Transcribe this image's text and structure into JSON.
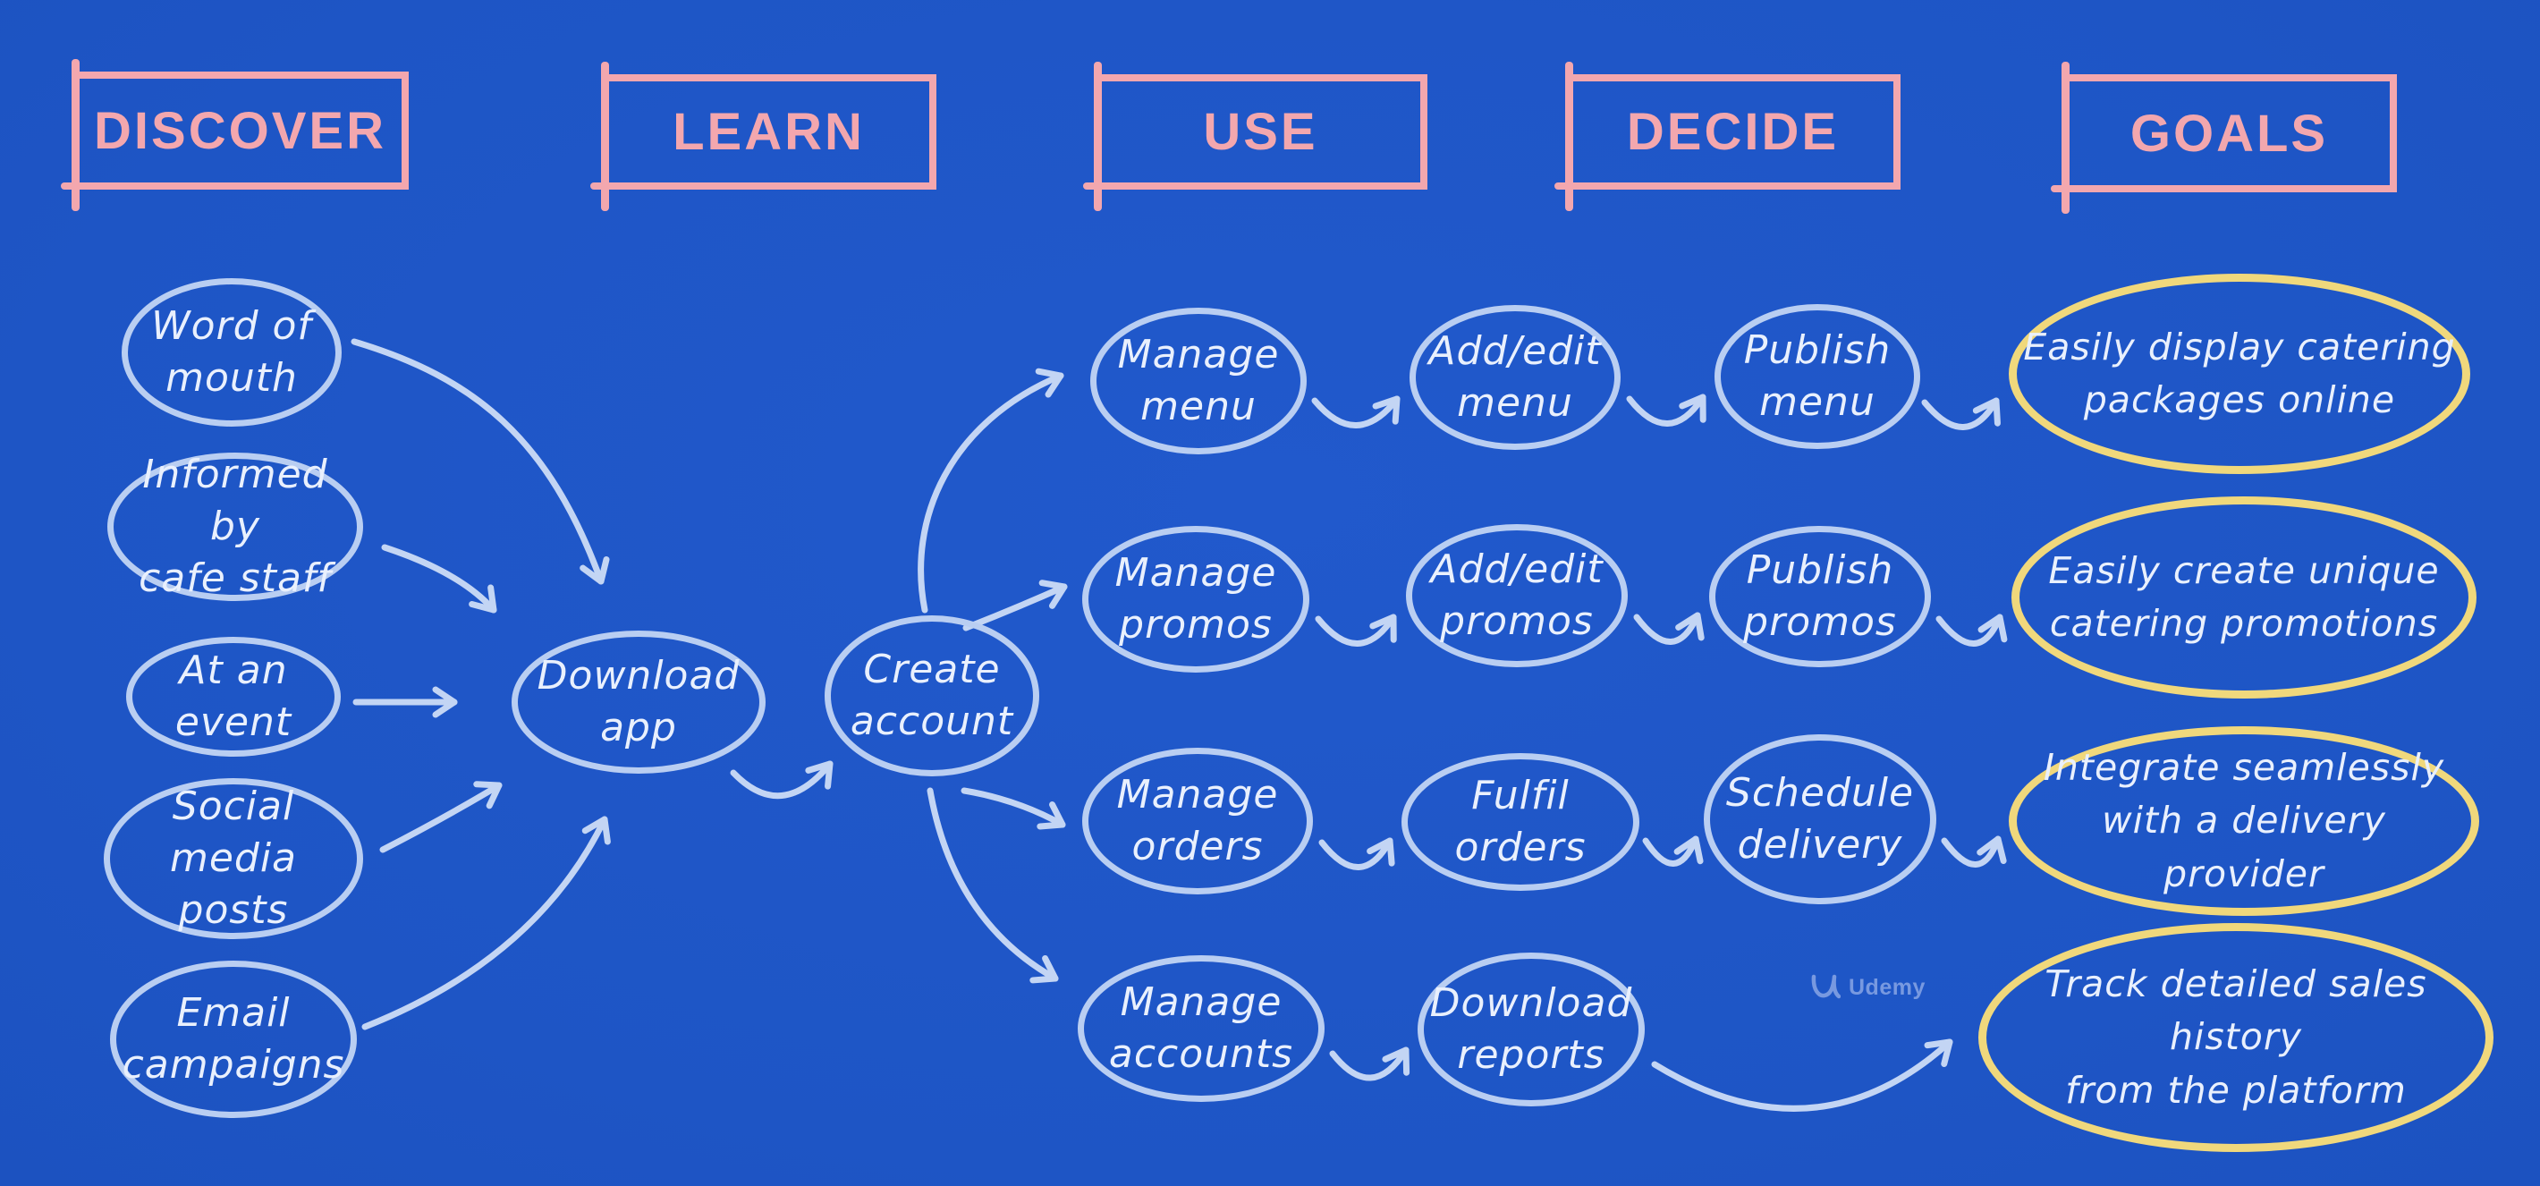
{
  "palette": {
    "background": "#1e55c5",
    "stage_pink": "#f3a7ae",
    "node_stroke_blue": "#b9cef2",
    "arrow_blue": "#c3d5f4",
    "goal_yellow": "#f0d87c",
    "text_light": "#e9f0fd"
  },
  "stages": {
    "discover": "DISCOVER",
    "learn": "LEARN",
    "use": "USE",
    "decide": "DECIDE",
    "goals": "GOALS"
  },
  "nodes": {
    "word_of_mouth": "Word of\nmouth",
    "informed_by": "Informed by\ncafe staff",
    "at_an_event": "At an event",
    "social_media": "Social media\nposts",
    "email_campaigns": "Email\ncampaigns",
    "download_app": "Download app",
    "create_account": "Create\naccount",
    "manage_menu": "Manage\nmenu",
    "add_edit_menu": "Add/edit\nmenu",
    "publish_menu": "Publish\nmenu",
    "goal_menu": "Easily display catering\npackages online",
    "manage_promos": "Manage\npromos",
    "add_edit_promos": "Add/edit\npromos",
    "publish_promos": "Publish\npromos",
    "goal_promos": "Easily create unique\ncatering promotions",
    "manage_orders": "Manage\norders",
    "fulfil_orders": "Fulfil orders",
    "schedule_delivery": "Schedule\ndelivery",
    "goal_orders": "Integrate seamlessly\nwith a delivery provider",
    "manage_accounts": "Manage\naccounts",
    "download_reports": "Download\nreports",
    "goal_accounts": "Track detailed sales history\nfrom the platform"
  },
  "watermark": {
    "brand": "Udemy"
  }
}
